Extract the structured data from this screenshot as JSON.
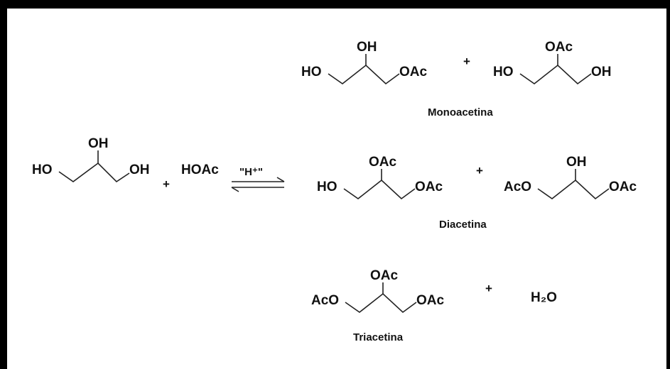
{
  "reactants": {
    "glycerol": {
      "left": "HO",
      "top": "OH",
      "right": "OH"
    },
    "plus": "+",
    "acid": "HOAc",
    "catalyst": "\"H⁺\""
  },
  "products": {
    "mono": {
      "isomer1": {
        "left": "HO",
        "top": "OH",
        "right": "OAc"
      },
      "plus": "+",
      "isomer2": {
        "left": "HO",
        "top": "OAc",
        "right": "OH"
      },
      "label": "Monoacetina"
    },
    "di": {
      "isomer1": {
        "left": "HO",
        "top": "OAc",
        "right": "OAc"
      },
      "plus": "+",
      "isomer2": {
        "left": "AcO",
        "top": "OH",
        "right": "OAc"
      },
      "label": "Diacetina"
    },
    "tri": {
      "molecule": {
        "left": "AcO",
        "top": "OAc",
        "right": "OAc"
      },
      "plus": "+",
      "water": "H₂O",
      "label": "Triacetina"
    }
  }
}
